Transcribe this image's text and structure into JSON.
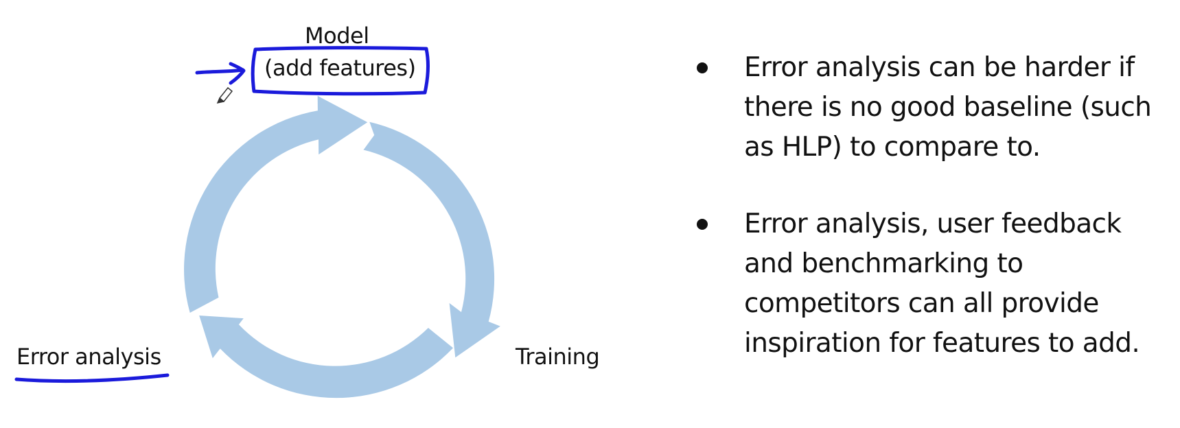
{
  "colors": {
    "cycle_fill": "#a9c9e6",
    "annotation_ink": "#1a1adb",
    "text": "#111111",
    "background": "#ffffff"
  },
  "cycle": {
    "model": "Model",
    "model_sub": "(add features)",
    "training": "Training",
    "error_analysis": "Error analysis"
  },
  "bullets": [
    {
      "text": "Error analysis can be harder if there is no good baseline (such as HLP) to compare to."
    },
    {
      "text": "Error analysis, user feedback and benchmarking to competitors can all provide inspiration for features to add."
    }
  ],
  "icons": {
    "pen_cursor": "pen-icon"
  }
}
